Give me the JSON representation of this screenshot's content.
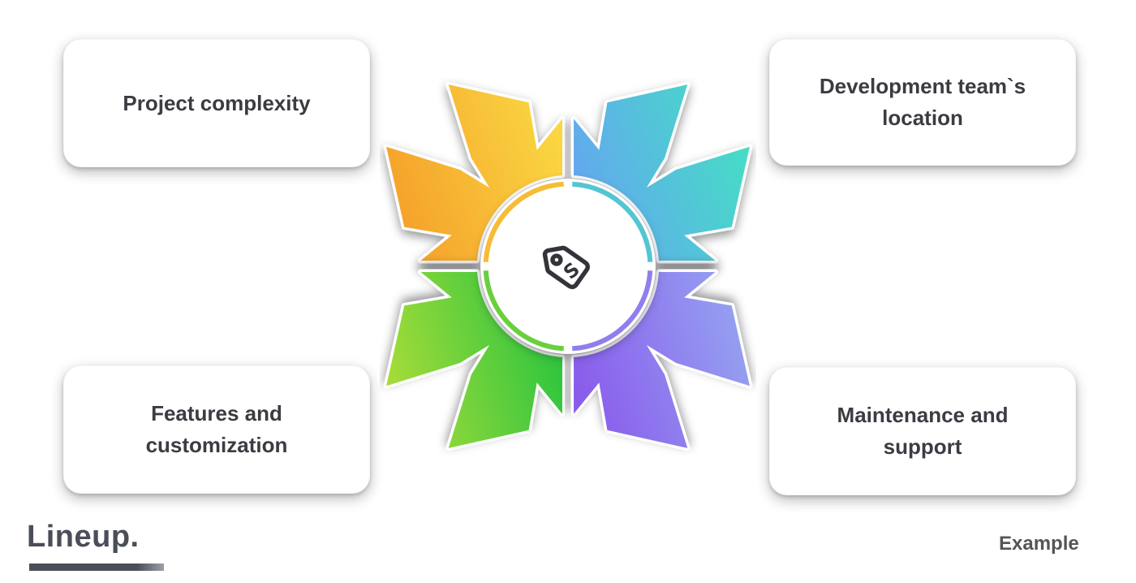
{
  "boxes": {
    "top_left": {
      "lines": [
        "Project complexity"
      ]
    },
    "top_right": {
      "lines": [
        "Development team`s",
        "location"
      ]
    },
    "bottom_left": {
      "lines": [
        "Features and",
        "customization"
      ]
    },
    "bottom_right": {
      "lines": [
        "Maintenance and",
        "support"
      ]
    }
  },
  "center": {
    "icon": "price-tag-dollar-icon",
    "icon_letter": "S"
  },
  "colors": {
    "orange_from": "#F5A02A",
    "orange_to": "#FAD742",
    "teal_from": "#64A6F0",
    "teal_to": "#45DEC4",
    "green_from": "#A8DC39",
    "green_to": "#29C43F",
    "purple_from": "#8A5BEC",
    "purple_to": "#95A2F1",
    "ring_orange": "#F7BC36",
    "ring_teal": "#52C6D2",
    "ring_green": "#69D03C",
    "ring_purple": "#8F7FEE",
    "box_text": "#3B3C42",
    "icon_stroke": "#33343A",
    "logo_color": "#4A4E59",
    "watermark_color": "#2B2B2B"
  },
  "footer": {
    "logo": "Lineup.",
    "watermark": "Example"
  }
}
